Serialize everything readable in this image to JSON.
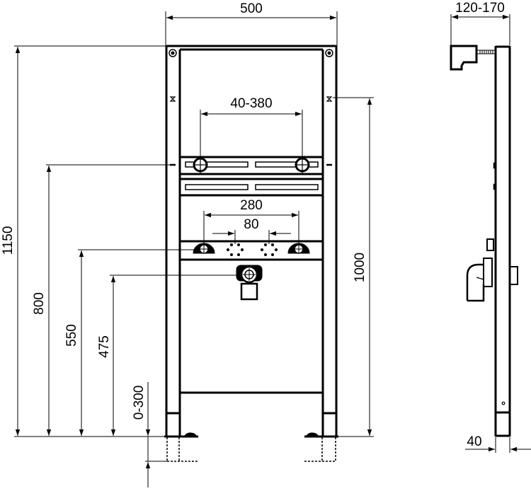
{
  "diagram": {
    "type": "technical-dimension-drawing",
    "subject": "washbasin installation frame",
    "views": [
      "front-view",
      "side-view"
    ],
    "colors": {
      "line": "#000000",
      "background": "#ffffff"
    },
    "dimensions": {
      "overall_width": "500",
      "side_depth": "120-170",
      "tap_spacing": "40-380",
      "overall_height": "1150",
      "tap_height": "1000",
      "tap_bar_height": "800",
      "supply_spacing": "280",
      "supply_inner_spacing": "80",
      "supply_height": "550",
      "waste_height": "475",
      "foot_adjust": "0-300",
      "frame_depth": "40"
    }
  }
}
